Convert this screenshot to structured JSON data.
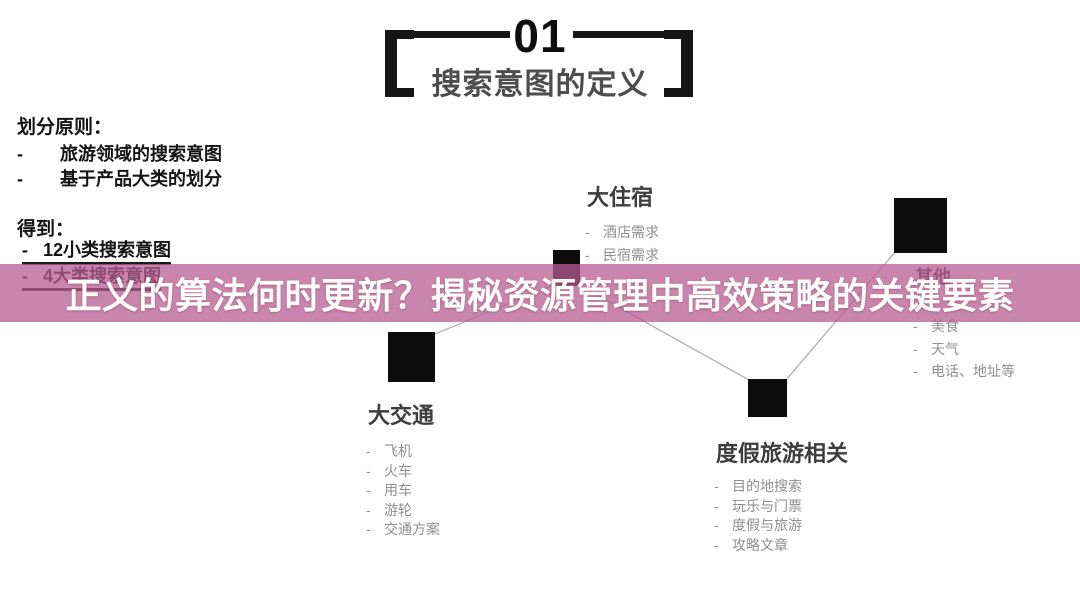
{
  "header": {
    "number": "01",
    "title": "搜索意图的定义"
  },
  "principles_panel": {
    "heading": "划分原则：",
    "items": [
      "旅游领域的搜索意图",
      "基于产品大类的划分"
    ],
    "result_heading": "得到：",
    "result_items": [
      "12小类搜索意图",
      "4大类搜索意图"
    ]
  },
  "overlay_banner": {
    "text": "正义的算法何时更新？揭秘资源管理中高效策略的关键要素",
    "background_color": "rgba(184,92,146,0.75)",
    "text_color": "#FFFFFF"
  },
  "categories": [
    {
      "id": "accommodation",
      "title": "大住宿",
      "items": [
        "酒店需求",
        "民宿需求"
      ]
    },
    {
      "id": "transport",
      "title": "大交通",
      "items": [
        "飞机",
        "火车",
        "用车",
        "游轮",
        "交通方案"
      ]
    },
    {
      "id": "vacation",
      "title": "度假旅游相关",
      "items": [
        "目的地搜索",
        "玩乐与门票",
        "度假与旅游",
        "攻略文章"
      ]
    },
    {
      "id": "other",
      "title": "其他",
      "items": [
        "美食",
        "天气",
        "电话、地址等"
      ]
    }
  ],
  "colors": {
    "node_square": "#0C0C0C",
    "connector_line": "#A8A8A8",
    "category_title": "#3D3D3D",
    "category_item": "#8F8F8F",
    "header_ink": "#161616",
    "section_title_gray": "#4D4D4D"
  }
}
